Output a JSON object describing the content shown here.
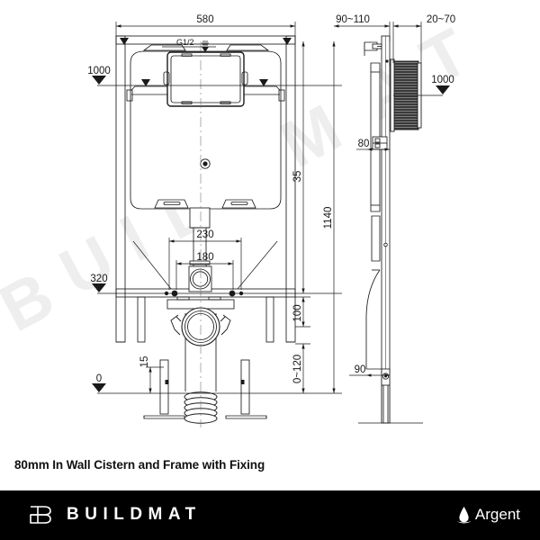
{
  "drawing": {
    "type": "technical-line-drawing",
    "description": "Front elevation and side elevation of an in-wall toilet cistern with support frame",
    "views": [
      {
        "name": "front-elevation"
      },
      {
        "name": "side-elevation"
      }
    ],
    "dimensions": {
      "front_top_width": "580",
      "front_left_datum_1000": "1000",
      "front_left_datum_320": "320",
      "front_left_datum_0": "0",
      "front_foot_offset_15": "15",
      "outlet_spacing_230": "230",
      "outlet_spacing_180": "180",
      "right_total_height_1140": "1140",
      "right_top_offset_35": "35",
      "right_offset_100": "100",
      "right_range_0_120": "0~120",
      "side_wall_range_90_110": "90~110",
      "side_projection_20_70": "20~70",
      "side_depth_80": "80",
      "side_base_90": "90",
      "side_datum_1000": "1000"
    },
    "annotations": {
      "inlet_thread": "G1/2"
    },
    "watermark": {
      "text": "BUILDMAT",
      "letters": [
        "B",
        "U",
        "I",
        "L",
        "D",
        "M",
        "A",
        "T"
      ],
      "color": "#eeeeee"
    },
    "line_color": "#1a1a1a",
    "fill_color": "#ffffff",
    "hatch_color": "#333333"
  },
  "caption": {
    "title": "80mm In Wall Cistern and Frame with Fixing"
  },
  "footer": {
    "background": "#000000",
    "brand": {
      "logo_icon": "buildmat-b-mark",
      "name": "BUILDMAT"
    },
    "partner": {
      "logo_icon": "argent-droplet",
      "name": "Argent"
    }
  }
}
